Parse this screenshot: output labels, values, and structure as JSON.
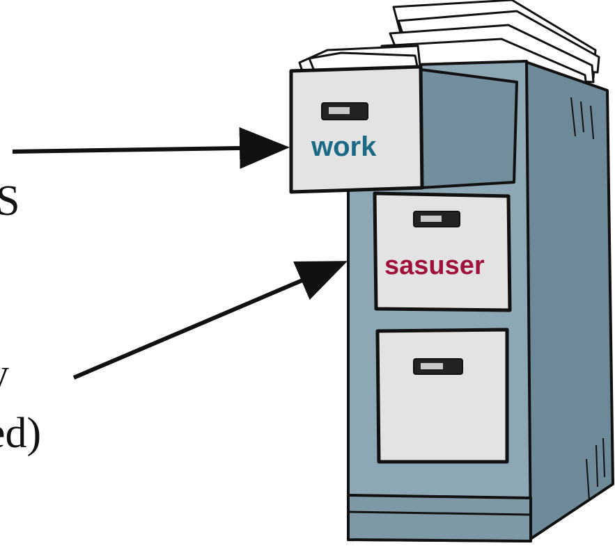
{
  "text_fragments": {
    "s": "S",
    "y": "y",
    "ed": "ed)"
  },
  "drawers": {
    "top_label": "work",
    "middle_label": "sasuser"
  },
  "colors": {
    "cabinet_body": "#8ea7b4",
    "cabinet_side": "#6e8a99",
    "drawer_face": "#e3e3e3",
    "work_label": "#1a6a86",
    "sasuser_label": "#a0123c",
    "ink": "#111111"
  }
}
